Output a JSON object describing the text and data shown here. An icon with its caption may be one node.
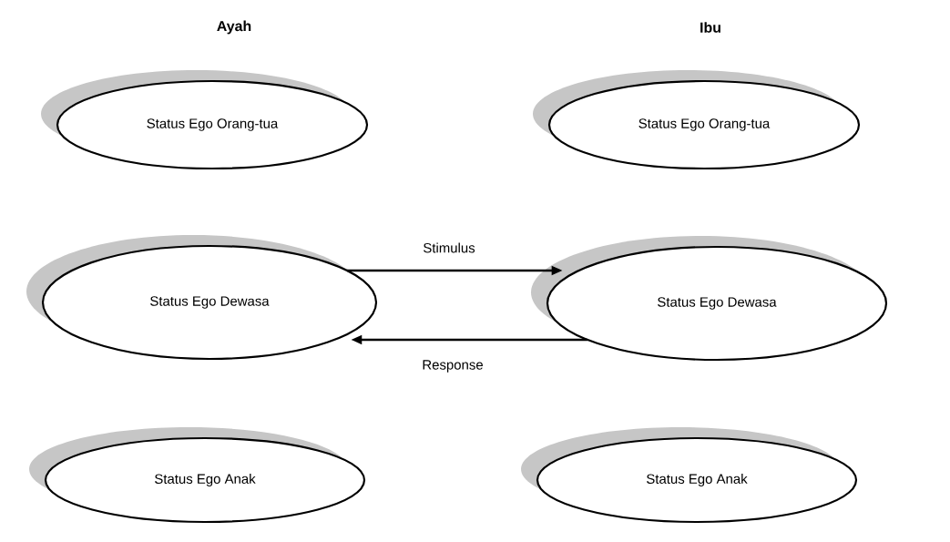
{
  "diagram": {
    "nodes": [
      {
        "text": [
          "Status Ego Orang-tua"
        ]
      },
      {
        "text": [
          "Status Ego Orang-tua"
        ]
      },
      {
        "text": [
          "Status Ego Dewasa"
        ]
      },
      {
        "text": [
          "Status Ego Dewasa"
        ]
      },
      {
        "text": [
          "Status Ego Anak"
        ]
      },
      {
        "text": [
          "Status Ego Anak"
        ]
      }
    ],
    "edges": [
      {
        "from": 2,
        "to": 3,
        "arrow": "to",
        "label": "Stimulus"
      },
      {
        "from": 3,
        "to": 2,
        "arrow": "to",
        "label": "Response"
      }
    ],
    "labels": [
      "Ayah",
      "Ibu"
    ]
  }
}
